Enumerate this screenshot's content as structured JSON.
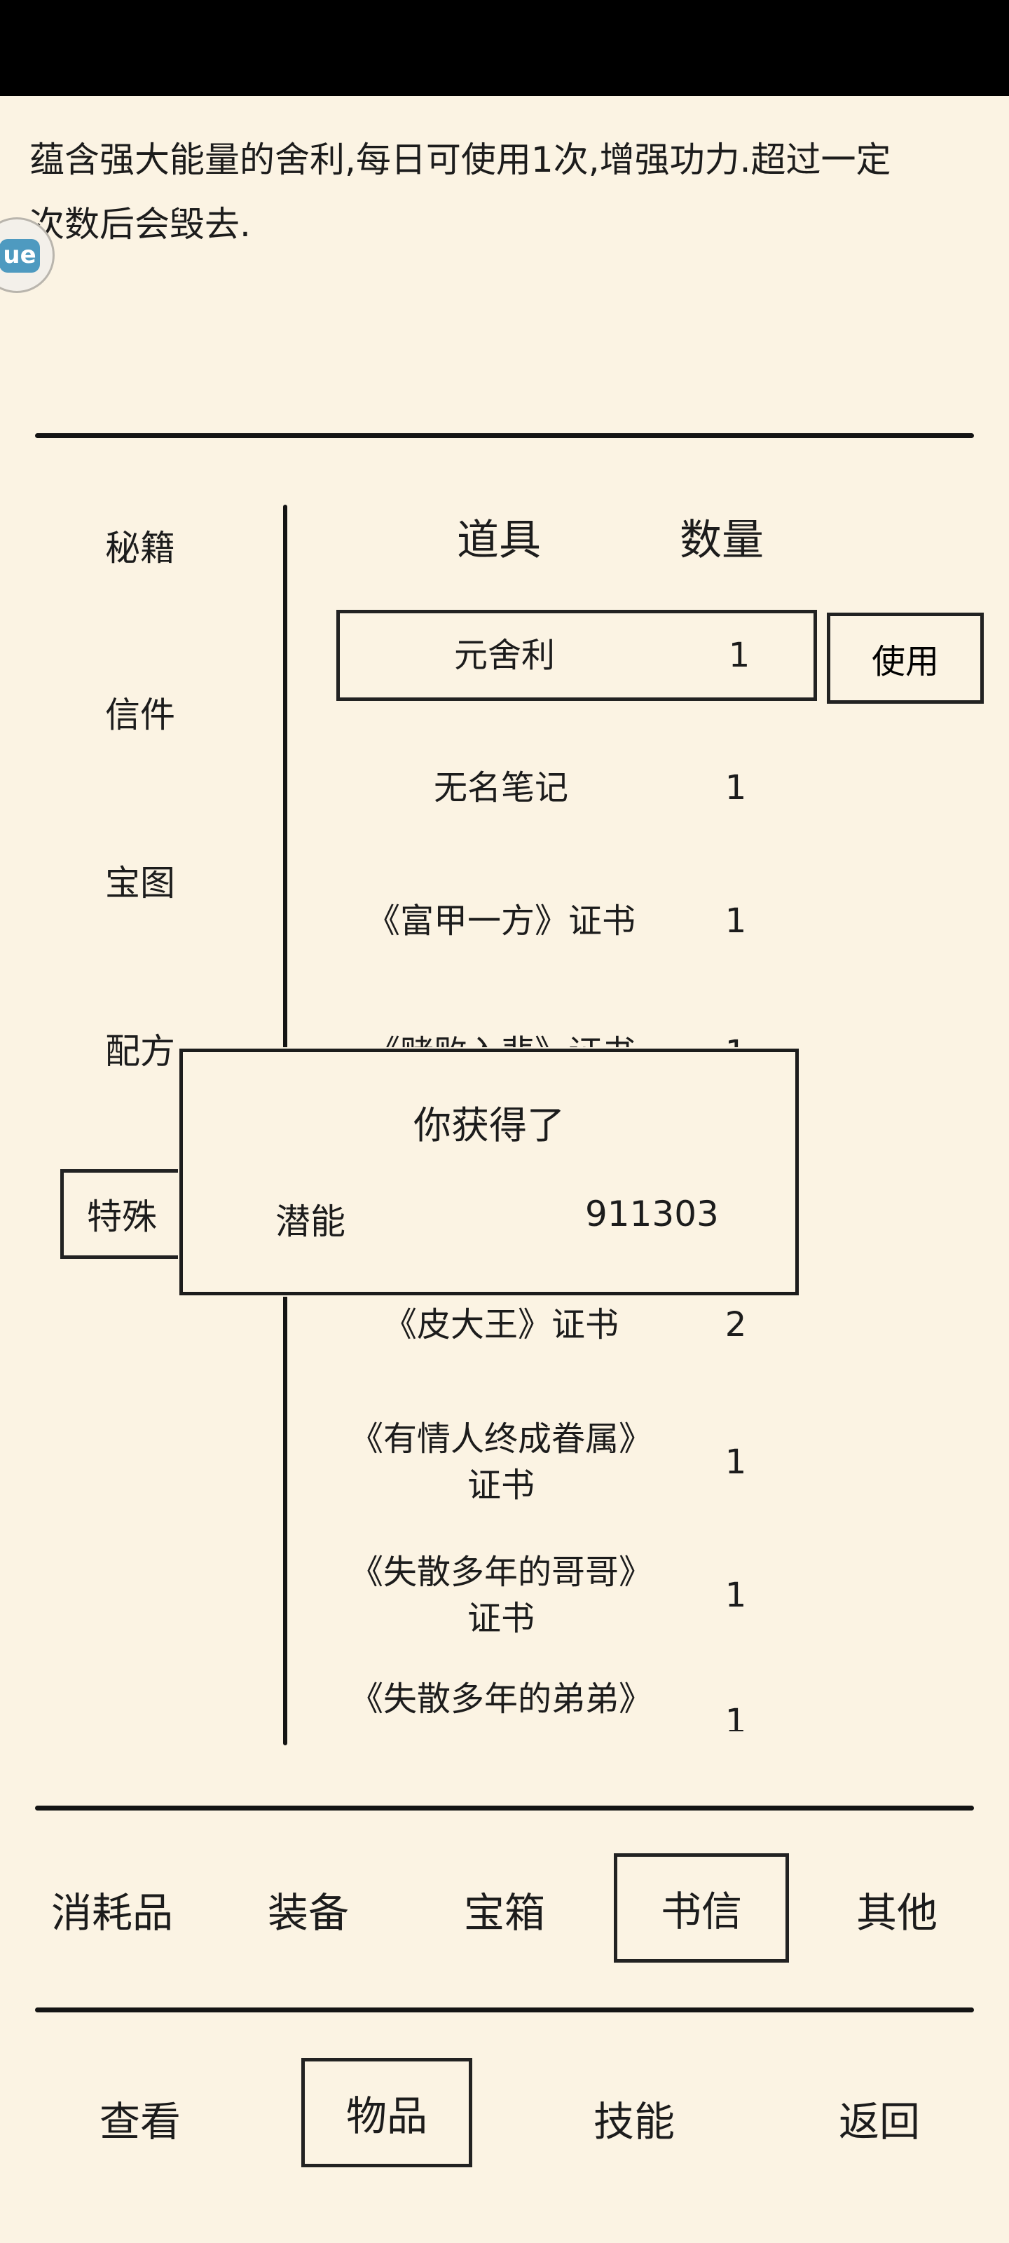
{
  "description": "蕴含强大能量的舍利,每日可使用1次,增强功力.超过一定次数后会毁去.",
  "categories": [
    "秘籍",
    "信件",
    "宝图",
    "配方",
    "特殊"
  ],
  "list_header": {
    "item": "道具",
    "quantity": "数量"
  },
  "items": [
    {
      "name": "元舍利",
      "qty": "1"
    },
    {
      "name": "无名笔记",
      "qty": "1"
    },
    {
      "name": "《富甲一方》证书",
      "qty": "1"
    },
    {
      "name": "《赌败入悲》证书",
      "qty": "1"
    },
    {
      "name": "《皮大王》证书",
      "qty": "2"
    },
    {
      "name": "《有情人终成眷属》证书",
      "qty": "1"
    },
    {
      "name": "《失散多年的哥哥》证书",
      "qty": "1"
    },
    {
      "name": "《失散多年的弟弟》",
      "qty": "1"
    }
  ],
  "use_button": "使用",
  "bag_tabs": [
    "消耗品",
    "装备",
    "宝箱",
    "书信",
    "其他"
  ],
  "bottom_nav": [
    "查看",
    "物品",
    "技能",
    "返回"
  ],
  "modal": {
    "title": "你获得了",
    "label": "潜能",
    "value": "911303"
  },
  "floating_ball_glyph": "ue"
}
